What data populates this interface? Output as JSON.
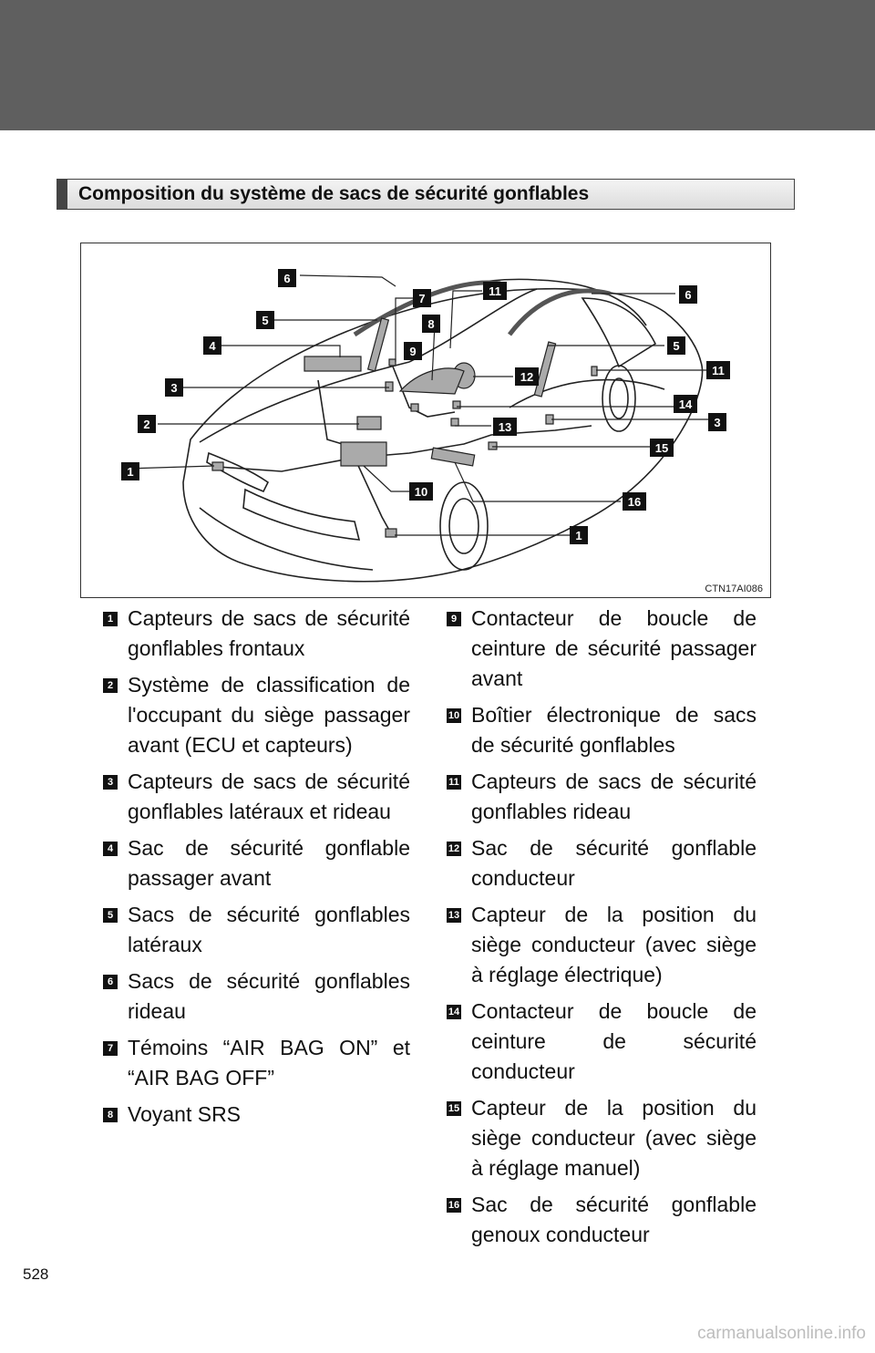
{
  "page_number": "528",
  "section_title": "Composition du système de sacs de sécurité gonflables",
  "figure": {
    "code": "CTN17AI086",
    "callouts": [
      "6",
      "7",
      "11",
      "6",
      "5",
      "8",
      "4",
      "9",
      "5",
      "11",
      "3",
      "12",
      "14",
      "2",
      "13",
      "3",
      "15",
      "1",
      "10",
      "16",
      "1"
    ]
  },
  "legend_left": [
    {
      "num": "1",
      "text": "Capteurs de sacs de sécurité gonflables frontaux"
    },
    {
      "num": "2",
      "text": "Système de classification de l'occupant du siège passager avant (ECU et capteurs)"
    },
    {
      "num": "3",
      "text": "Capteurs de sacs de sécurité gonflables latéraux et rideau"
    },
    {
      "num": "4",
      "text": "Sac de sécurité gonflable passager avant"
    },
    {
      "num": "5",
      "text": "Sacs de sécurité gonflables latéraux"
    },
    {
      "num": "6",
      "text": "Sacs de sécurité gonflables rideau"
    },
    {
      "num": "7",
      "text": "Témoins “AIR BAG ON” et “AIR BAG OFF”"
    },
    {
      "num": "8",
      "text": "Voyant SRS"
    }
  ],
  "legend_right": [
    {
      "num": "9",
      "text": "Contacteur de boucle de ceinture de sécurité passager avant"
    },
    {
      "num": "10",
      "text": "Boîtier électronique de sacs de sécurité gonflables"
    },
    {
      "num": "11",
      "text": "Capteurs de sacs de sécurité gonflables rideau"
    },
    {
      "num": "12",
      "text": "Sac de sécurité gonflable conducteur"
    },
    {
      "num": "13",
      "text": "Capteur de la position du siège conducteur (avec siège à réglage électrique)"
    },
    {
      "num": "14",
      "text": "Contacteur de boucle de ceinture de sécurité conducteur"
    },
    {
      "num": "15",
      "text": "Capteur de la position du siège conducteur (avec siège à réglage manuel)"
    },
    {
      "num": "16",
      "text": "Sac de sécurité gonflable genoux conducteur"
    }
  ],
  "watermark": "carmanualsonline.info"
}
